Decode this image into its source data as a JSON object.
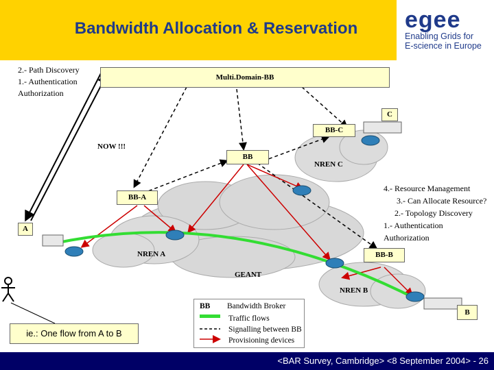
{
  "header": {
    "title": "Bandwidth Allocation & Reservation",
    "logo_word": "egee",
    "logo_tagline_1": "Enabling Grids for",
    "logo_tagline_2": "E-science in Europe",
    "brand_color": "#1f3a8a",
    "header_bg": "#ffd200"
  },
  "left_steps": [
    "2.- Path Discovery",
    "1.- Authentication",
    "Authorization"
  ],
  "right_steps": [
    "4.- Resource Management",
    "3.- Can Allocate Resource?",
    "2.- Topology Discovery",
    "1.- Authentication",
    "Authorization"
  ],
  "boxes": {
    "multi_domain": "Multi.Domain-BB",
    "c": "C",
    "bb_c": "BB-C",
    "bb": "BB",
    "bb_a": "BB-A",
    "a": "A",
    "bb_b": "BB-B",
    "b": "B"
  },
  "labels": {
    "now": "NOW !!!",
    "nren_c": "NREN C",
    "nren_a": "NREN A",
    "geant": "GEANT",
    "nren_b": "NREN B"
  },
  "legend": {
    "bb_key": "BB",
    "bb_desc": "Bandwidth Broker",
    "traffic": "Traffic flows",
    "signalling": "Signalling between BB",
    "provisioning": "Provisioning devices",
    "traffic_color": "#33dd33",
    "provisioning_color": "#cc0000"
  },
  "note": "ie.: One flow from A to B",
  "footer": "<BAR Survey, Cambridge> <8 September 2004> - 26"
}
